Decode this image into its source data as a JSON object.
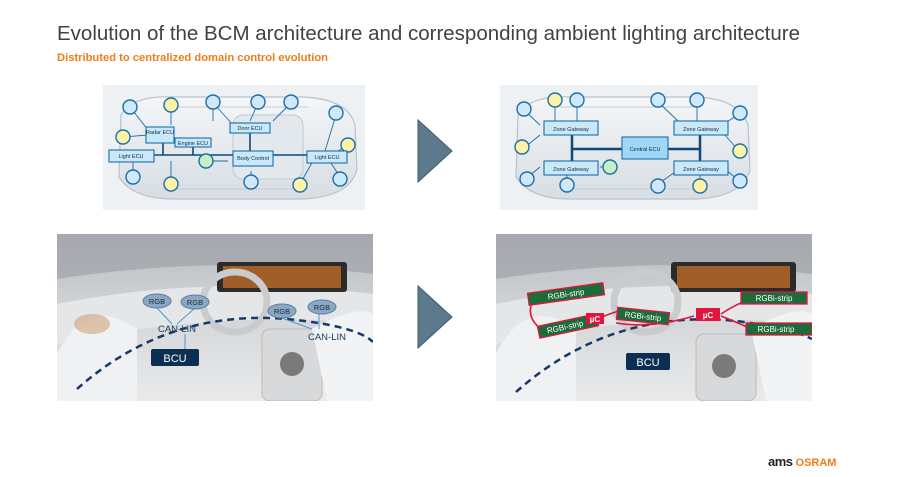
{
  "slide": {
    "title": "Evolution of the BCM architecture and corresponding ambient lighting architecture",
    "subtitle": "Distributed to centralized domain control evolution",
    "logo_ams": "ams",
    "logo_osram": "OSRAM"
  },
  "top_left": {
    "radar_ecu": "Radar ECU",
    "engine_ecu": "Engine ECU",
    "door_ecu": "Door ECU",
    "body_control": "Body Control",
    "light_ecu_left": "Light ECU",
    "light_ecu_right": "Light ECU"
  },
  "top_right": {
    "zone_tl": "Zone Gateway",
    "zone_tr": "Zone Gateway",
    "zone_bl": "Zone Gateway",
    "zone_br": "Zone Gateway",
    "central": "Central ECU"
  },
  "bottom_left": {
    "rgb1": "RGB",
    "rgb2": "RGB",
    "rgb3": "RGB",
    "rgb4": "RGB",
    "canlin1": "CAN-LIN",
    "canlin2": "CAN-LIN",
    "bcu": "BCU"
  },
  "bottom_right": {
    "strip1": "RGBi-strip",
    "strip2": "RGBi-strip",
    "strip3": "RGBi-strip",
    "strip4": "RGBi-strip",
    "strip5": "RGBi-strip",
    "uc1": "µC",
    "uc2": "µC",
    "bcu": "BCU"
  },
  "colors": {
    "title": "#404246",
    "subtitle": "#f07d1a",
    "arrow": "#5c7a8c",
    "ecu_box": "#c9e8f8",
    "ecu_border": "#1b6ea8",
    "bus_line": "#0d4a7a",
    "sensor_blue": "#cfe9fb",
    "sensor_yellow": "#fdf2a6",
    "sensor_green": "#c8f0c6",
    "strip_green": "#1e6b3a",
    "strip_red": "#e0163f",
    "bcu_bg": "#0b2f52",
    "dash_line": "#17386a"
  }
}
